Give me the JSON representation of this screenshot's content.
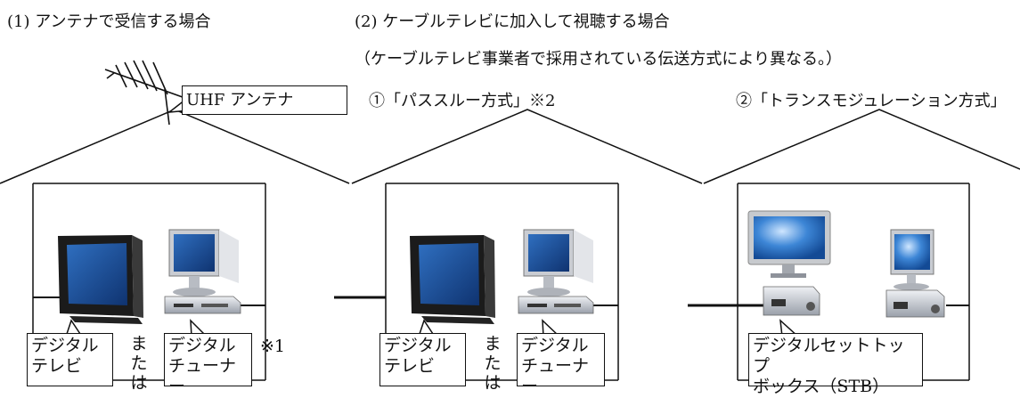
{
  "headings": {
    "case1": "(1) アンテナで受信する場合",
    "case2": "(2) ケーブルテレビに加入して視聴する場合",
    "case2_note": "（ケーブルテレビ事業者で採用されている伝送方式により異なる。）",
    "method1": "①「パススルー方式」※2",
    "method2": "②「トランスモジュレーション方式」"
  },
  "labels": {
    "antenna": "UHF アンテナ",
    "digital_tv_line1": "デジタル",
    "digital_tv_line2": "テレビ",
    "tuner_line1": "デジタル",
    "tuner_line2": "チューナー",
    "or_vertical": [
      "ま",
      "た",
      "は"
    ],
    "note1": "※1",
    "stb_line1": "デジタルセットトップ",
    "stb_line2": "ボックス（STB）"
  },
  "colors": {
    "line": "#111111",
    "screen": "#1a4a8c",
    "screen_light": "#7fb3e6",
    "bezel": "#1b1b1b",
    "device": "#d9dbe0"
  },
  "icons": [
    "antenna-icon",
    "flat-tv-icon",
    "pc-monitor-icon",
    "tuner-box-icon",
    "stb-icon"
  ]
}
